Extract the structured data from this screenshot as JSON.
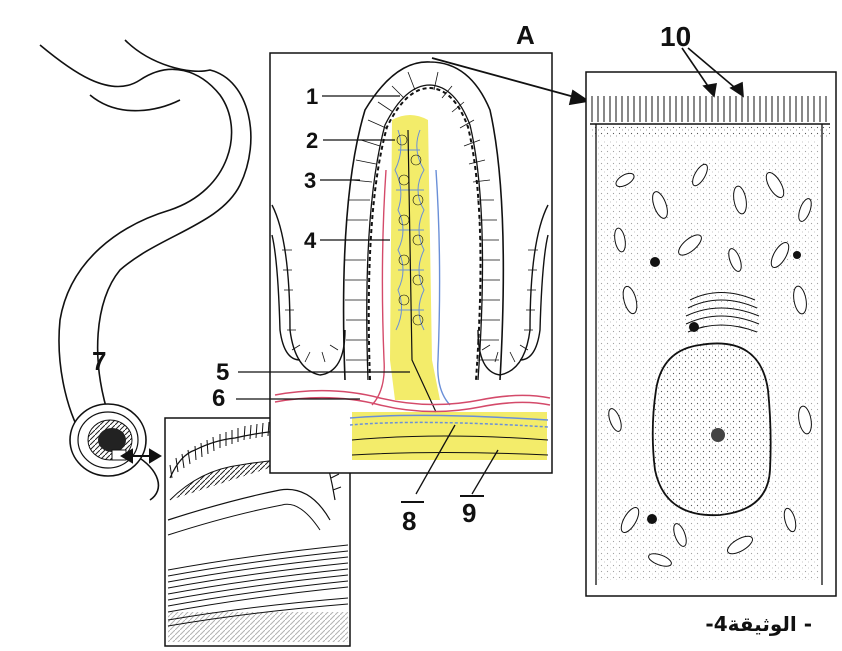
{
  "panel_letter": "A",
  "labels": {
    "l1": "1",
    "l2": "2",
    "l3": "3",
    "l4": "4",
    "l5": "5",
    "l6": "6",
    "l7": "7",
    "l8": "8",
    "l9": "9",
    "l10": "10"
  },
  "caption": "- الوثيقة4-",
  "colors": {
    "line": "#111111",
    "connective_yellow": "#f3ec6a",
    "vessel_blue": "#6a8fd8",
    "vessel_red": "#d44a6a",
    "background": "#ffffff"
  }
}
